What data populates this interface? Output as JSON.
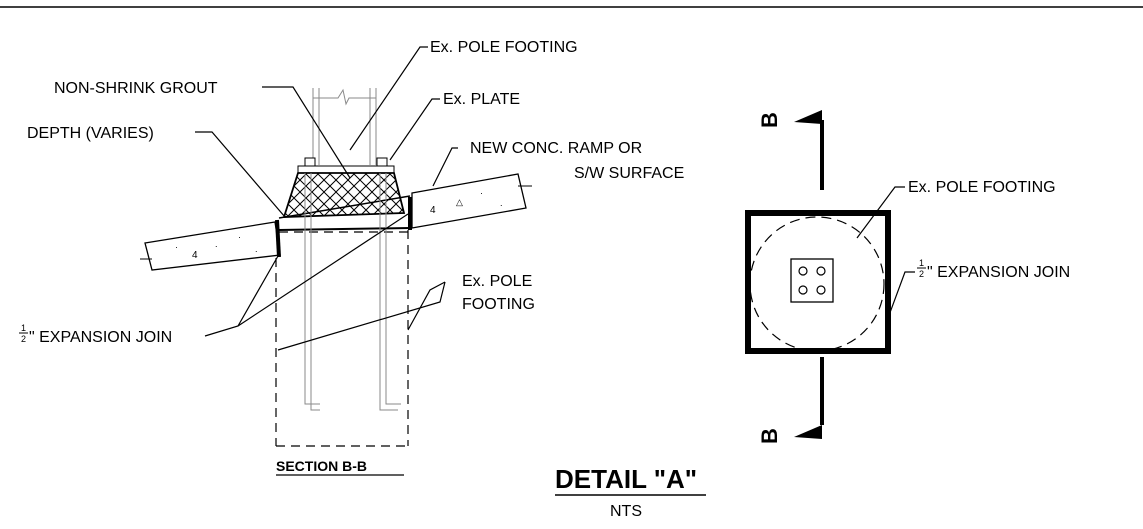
{
  "section_view": {
    "labels": {
      "pole_footing_top": "Ex. POLE FOOTING",
      "grout": "NON-SHRINK GROUT",
      "plate": "Ex. PLATE",
      "depth": "DEPTH (VARIES)",
      "new_surface_line1": "NEW CONC. RAMP OR",
      "new_surface_line2": "S/W  SURFACE",
      "pole_footing_line1": "Ex. POLE",
      "pole_footing_line2": "FOOTING",
      "expansion_joint": "\" EXPANSION JOIN",
      "fraction_num": "1",
      "fraction_den": "2"
    },
    "title": "SECTION B-B"
  },
  "plan_view": {
    "labels": {
      "pole_footing": "Ex. POLE FOOTING",
      "expansion_joint": "\" EXPANSION JOIN",
      "fraction_num": "1",
      "fraction_den": "2"
    },
    "section_marker": "B"
  },
  "detail": {
    "title": "DETAIL \"A\"",
    "scale": "NTS"
  }
}
